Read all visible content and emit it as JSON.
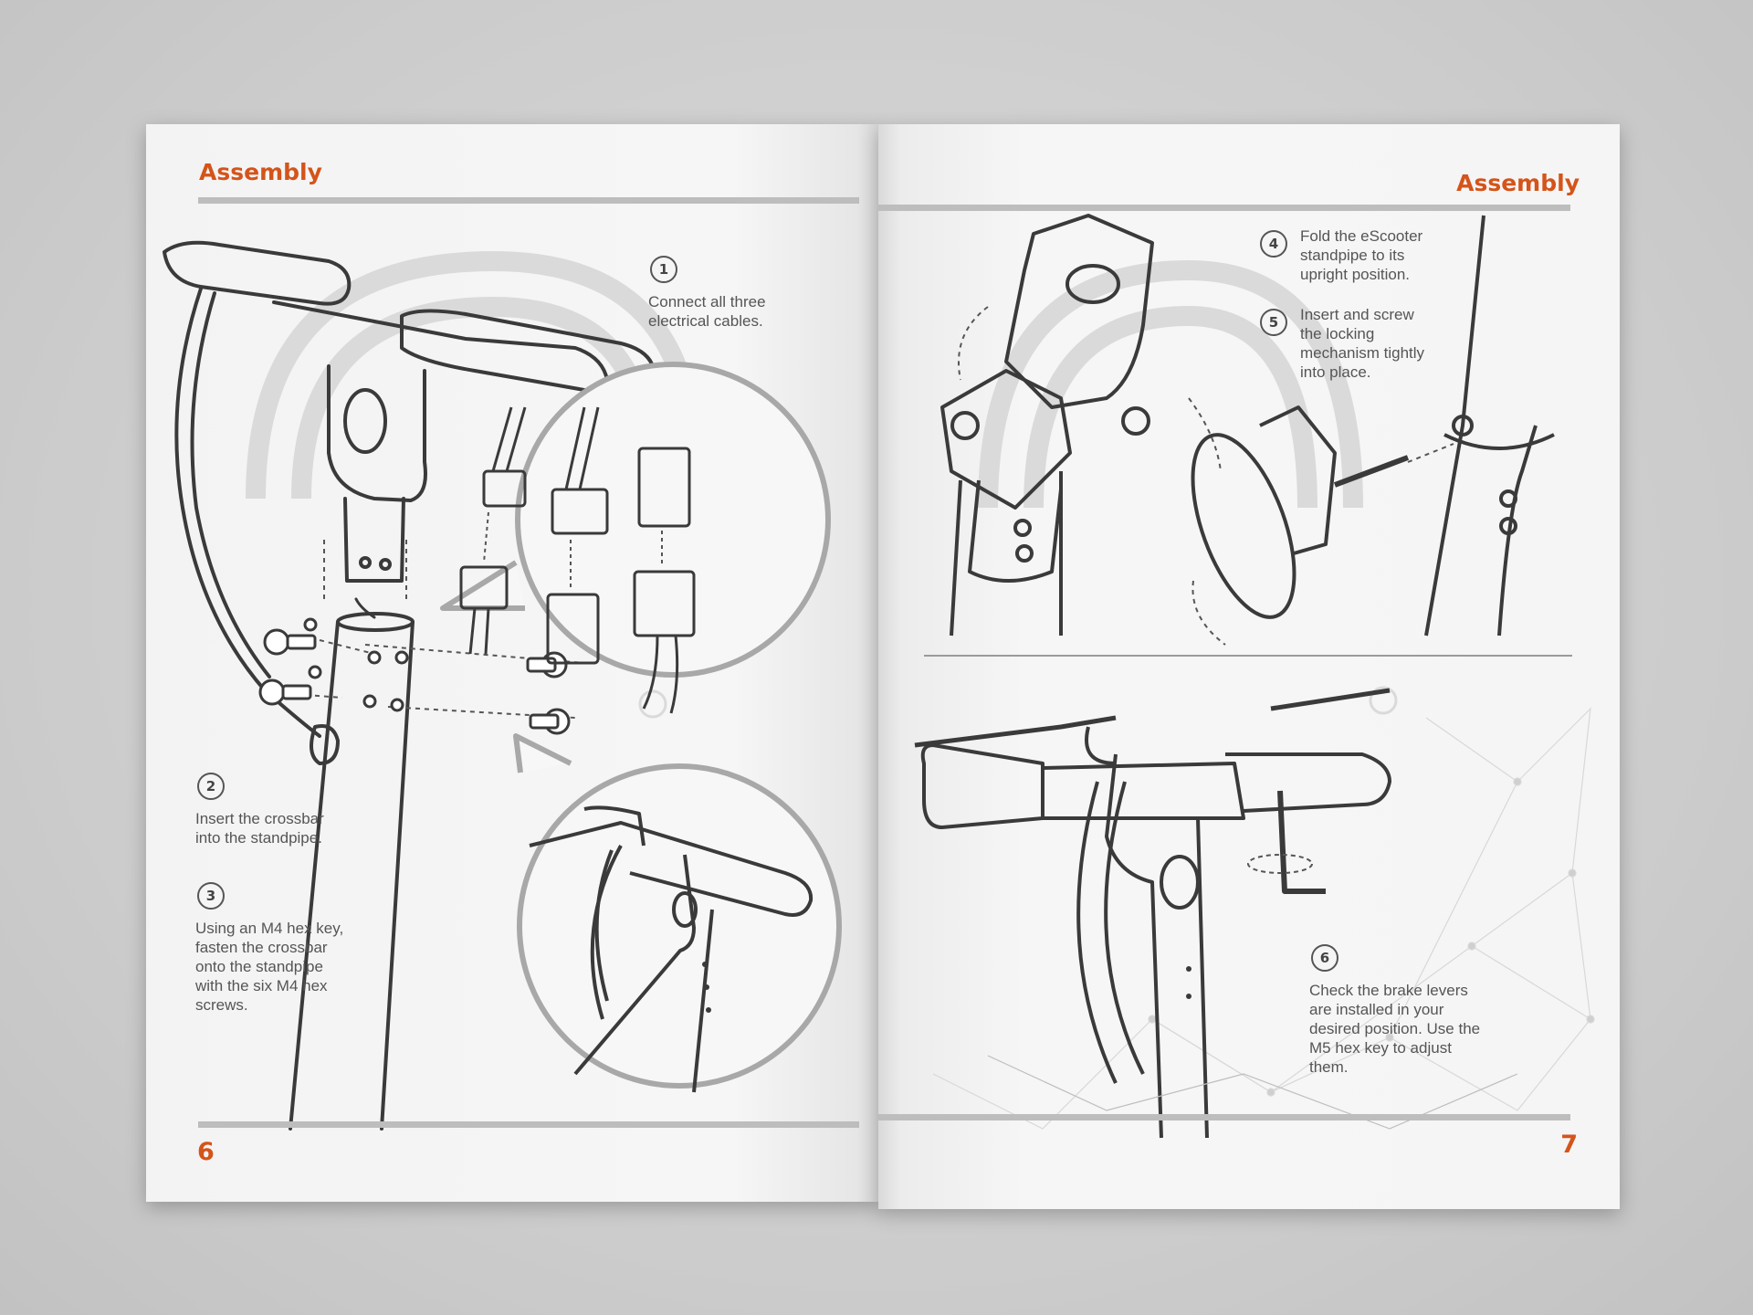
{
  "left_page": {
    "title": "Assembly",
    "page_number": "6",
    "steps": [
      {
        "number": "1",
        "text": "Connect all three electrical cables."
      },
      {
        "number": "2",
        "text": "Insert the crossbar into the standpipe."
      },
      {
        "number": "3",
        "text": "Using an M4 hex key, fasten the crossbar onto the standpipe with the six M4 hex screws."
      }
    ]
  },
  "right_page": {
    "title": "Assembly",
    "page_number": "7",
    "steps": [
      {
        "number": "4",
        "text": "Fold the eScooter standpipe to its upright position."
      },
      {
        "number": "5",
        "text": "Insert and screw the locking mechanism tightly into place."
      },
      {
        "number": "6",
        "text": "Check the brake levers are installed in your desired position. Use the M5 hex key to adjust them."
      }
    ]
  },
  "colors": {
    "accent": "#d4541a",
    "line_art": "#3a3a3a",
    "rule": "#bdbdbd"
  }
}
